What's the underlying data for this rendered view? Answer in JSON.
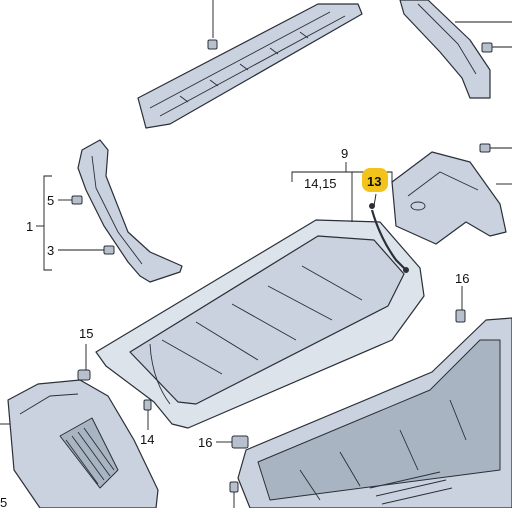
{
  "callouts": {
    "c9": "9",
    "c14_15": "14,15",
    "c13": "13",
    "c5_left": "5",
    "c1": "1",
    "c3": "3",
    "c15": "15",
    "c14": "14",
    "c16_right": "16",
    "c16_bottom": "16",
    "c5_bottom": "5"
  },
  "colors": {
    "part_fill": "#c9d2de",
    "outline": "#2a2f38",
    "highlight": "#f2c31b"
  },
  "highlighted_callout": "13"
}
